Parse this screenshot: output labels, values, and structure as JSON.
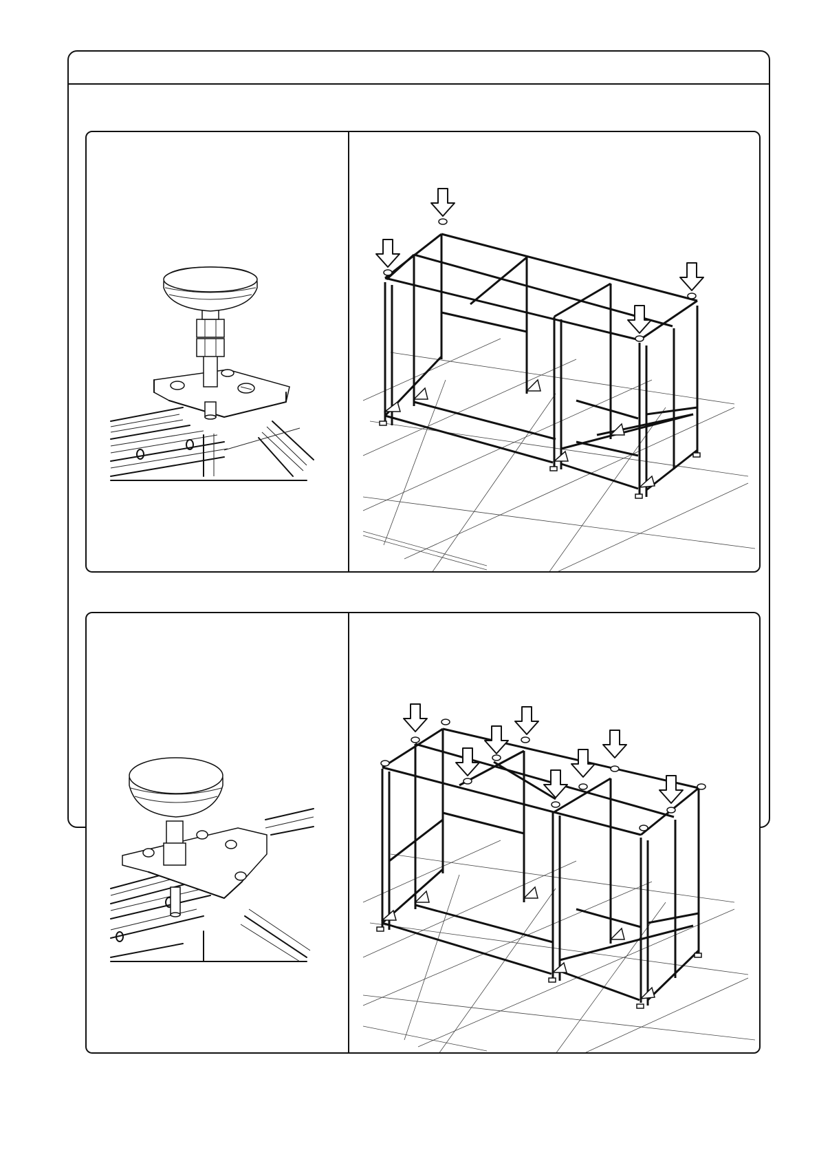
{
  "header": {
    "title": ""
  },
  "steps": [
    {
      "detail": "leveling-foot-with-corner-plate",
      "scene": "frame-assembly-top-corners"
    },
    {
      "detail": "leveling-foot-with-joint-plate",
      "scene": "frame-assembly-top-joints"
    }
  ],
  "icons": [
    "down-arrow-icon"
  ]
}
